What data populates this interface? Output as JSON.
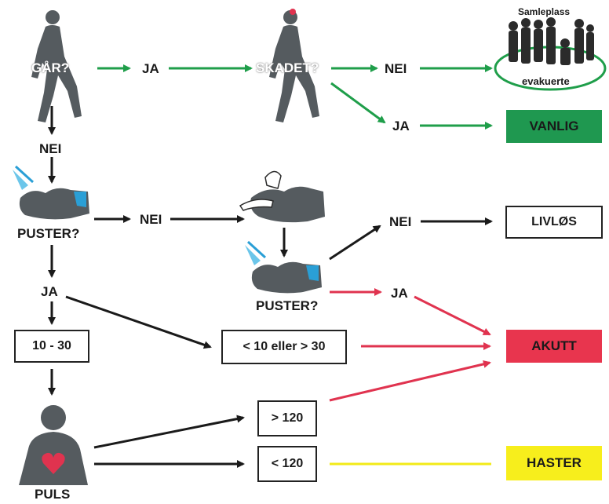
{
  "nodes": {
    "gaar": "GÅR?",
    "ja_1": "JA",
    "skadet": "SKADET?",
    "nei_1": "NEI",
    "ja_2": "JA",
    "samleplass": "Samleplass",
    "evakuerte": "evakuerte",
    "vanlig": "VANLIG",
    "nei_2": "NEI",
    "puster_1": "PUSTER?",
    "nei_3": "NEI",
    "nei_4": "NEI",
    "livlos": "LIVLØS",
    "puster_2": "PUSTER?",
    "ja_3": "JA",
    "ja_4": "JA",
    "range_normal": "10 - 30",
    "range_abnormal": "< 10 eller > 30",
    "akutt": "AKUTT",
    "pulse_high": "> 120",
    "pulse_low": "< 120",
    "haster": "HASTER",
    "puls": "PULS"
  },
  "colors": {
    "green": "#1f9e4a",
    "red": "#e0334f",
    "yellow": "#f2ea18",
    "black": "#1a1a1a",
    "figure": "#555b5f",
    "mouth_blue": "#2a9fd6",
    "vanlig_fill": "#1f9850",
    "akutt_fill": "#e8354e",
    "haster_fill": "#f7ee1c"
  },
  "icons": [
    "walking-person-icon",
    "injured-person-icon",
    "crowd-icon",
    "head-tilted-icon",
    "airway-open-icon",
    "heart-torso-icon"
  ]
}
